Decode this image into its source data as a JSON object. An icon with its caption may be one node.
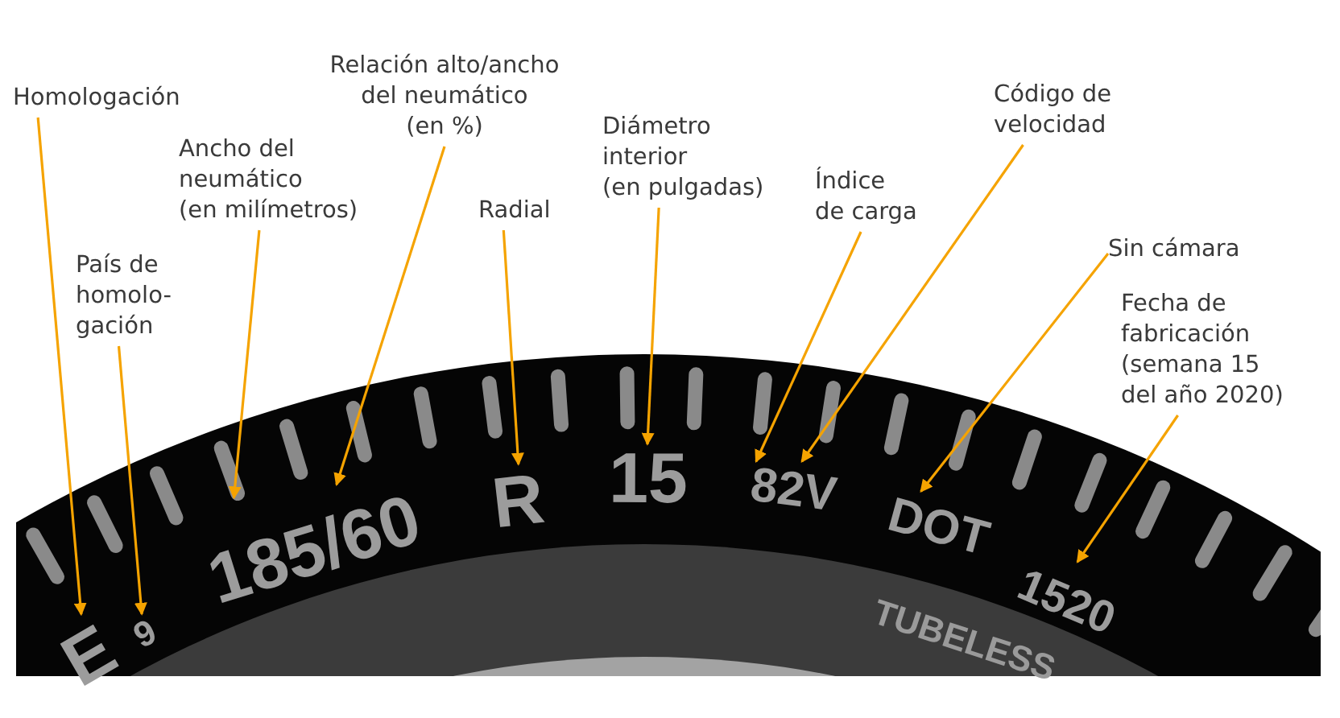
{
  "diagram": {
    "nodes": [
      {
        "text": [
          "Homologación"
        ]
      },
      {
        "text": [
          "País de homolo- gación"
        ]
      },
      {
        "text": [
          "Ancho del neumático (en milímetros)"
        ]
      },
      {
        "text": [
          "Relación alto/ancho del neumático (en %)"
        ]
      },
      {
        "text": [
          "Radial"
        ]
      },
      {
        "text": [
          "Diámetro interior (en pulgadas)"
        ]
      },
      {
        "text": [
          "Índice de carga"
        ]
      },
      {
        "text": [
          "Código de velocidad"
        ]
      },
      {
        "text": [
          "Sin cámara"
        ]
      },
      {
        "text": [
          "Fecha de fabricación (semana 15 del año 2020)"
        ]
      },
      {
        "text": [
          "E"
        ]
      },
      {
        "text": [
          "9"
        ]
      },
      {
        "text": [
          "185/60"
        ]
      },
      {
        "text": [
          "R"
        ]
      },
      {
        "text": [
          "15"
        ]
      },
      {
        "text": [
          "82V"
        ]
      },
      {
        "text": [
          "DOT"
        ]
      },
      {
        "text": [
          "1520"
        ]
      }
    ],
    "edges": [
      {
        "from": 0,
        "to": 10,
        "arrow": "to"
      },
      {
        "from": 1,
        "to": 11,
        "arrow": "to"
      },
      {
        "from": 2,
        "to": 12,
        "arrow": "to"
      },
      {
        "from": 3,
        "to": 12,
        "arrow": "to"
      },
      {
        "from": 4,
        "to": 13,
        "arrow": "to"
      },
      {
        "from": 5,
        "to": 14,
        "arrow": "to"
      },
      {
        "from": 6,
        "to": 15,
        "arrow": "to"
      },
      {
        "from": 7,
        "to": 15,
        "arrow": "to"
      },
      {
        "from": 8,
        "to": 16,
        "arrow": "to"
      },
      {
        "from": 9,
        "to": 17,
        "arrow": "to"
      }
    ],
    "labels": [
      "TUBELESS"
    ]
  }
}
